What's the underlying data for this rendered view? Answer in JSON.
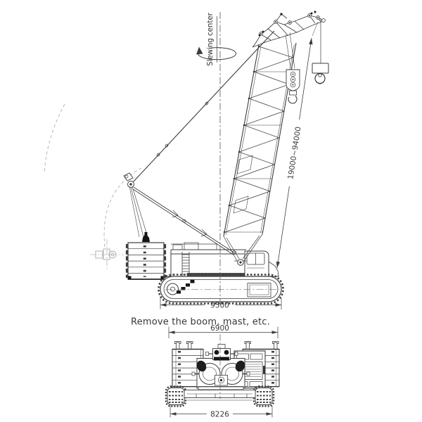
{
  "side_view": {
    "slewing_center_label": "Slewing center",
    "boom_length_dimension": "19000~94000",
    "crawler_length_dimension": "9500"
  },
  "transport_view": {
    "caption": "Remove the boom, mast, etc.",
    "body_width_dimension": "6900",
    "overall_width_dimension": "8226"
  },
  "colors": {
    "background": "#ffffff",
    "line": "#3d3d3d",
    "dimension_text": "#3a3a3a",
    "ghost": "#a8a8a8"
  }
}
